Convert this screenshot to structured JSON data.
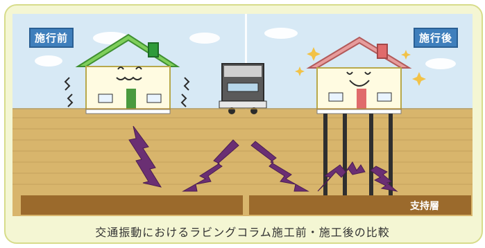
{
  "labels": {
    "before": "施行前",
    "after": "施行後",
    "bearing_layer": "支持層",
    "caption": "交通振動におけるラビングコラム施工前・施工後の比較"
  },
  "colors": {
    "sky": "#d7e9f5",
    "soil": "#d8b56c",
    "bearing": "#9b6a2c",
    "arrow": "#6a2f73",
    "house_before_roof": "#7fcf5b",
    "house_after_roof": "#e79c9c"
  },
  "icons": {
    "truck": "truck-icon",
    "sparkle": "sparkle-icon"
  }
}
